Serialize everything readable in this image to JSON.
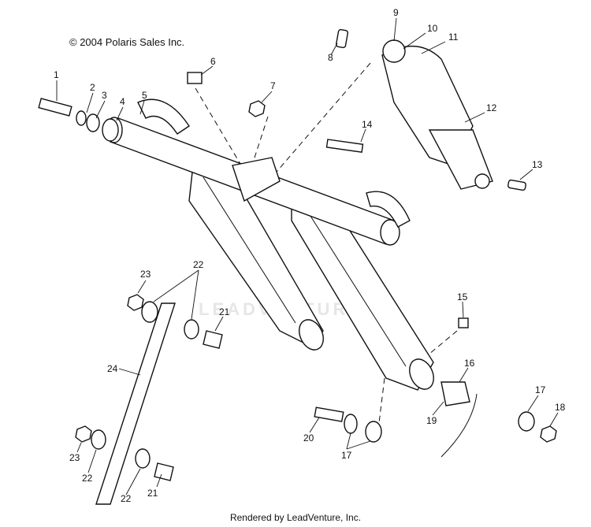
{
  "copyright": "© 2004 Polaris Sales Inc.",
  "footer": "Rendered by LeadVenture, Inc.",
  "watermark": "LEADVENTURE",
  "callouts": [
    {
      "id": "c1",
      "label": "1"
    },
    {
      "id": "c2",
      "label": "2"
    },
    {
      "id": "c3",
      "label": "3"
    },
    {
      "id": "c4",
      "label": "4"
    },
    {
      "id": "c5",
      "label": "5"
    },
    {
      "id": "c6",
      "label": "6"
    },
    {
      "id": "c7",
      "label": "7"
    },
    {
      "id": "c8",
      "label": "8"
    },
    {
      "id": "c9",
      "label": "9"
    },
    {
      "id": "c10",
      "label": "10"
    },
    {
      "id": "c11",
      "label": "11"
    },
    {
      "id": "c12",
      "label": "12"
    },
    {
      "id": "c13",
      "label": "13"
    },
    {
      "id": "c14",
      "label": "14"
    },
    {
      "id": "c15",
      "label": "15"
    },
    {
      "id": "c16",
      "label": "16"
    },
    {
      "id": "c17a",
      "label": "17"
    },
    {
      "id": "c17b",
      "label": "17"
    },
    {
      "id": "c18",
      "label": "18"
    },
    {
      "id": "c19",
      "label": "19"
    },
    {
      "id": "c20",
      "label": "20"
    },
    {
      "id": "c21a",
      "label": "21"
    },
    {
      "id": "c21b",
      "label": "21"
    },
    {
      "id": "c22a",
      "label": "22"
    },
    {
      "id": "c22b",
      "label": "22"
    },
    {
      "id": "c22c",
      "label": "22"
    },
    {
      "id": "c23a",
      "label": "23"
    },
    {
      "id": "c23b",
      "label": "23"
    },
    {
      "id": "c24",
      "label": "24"
    }
  ]
}
